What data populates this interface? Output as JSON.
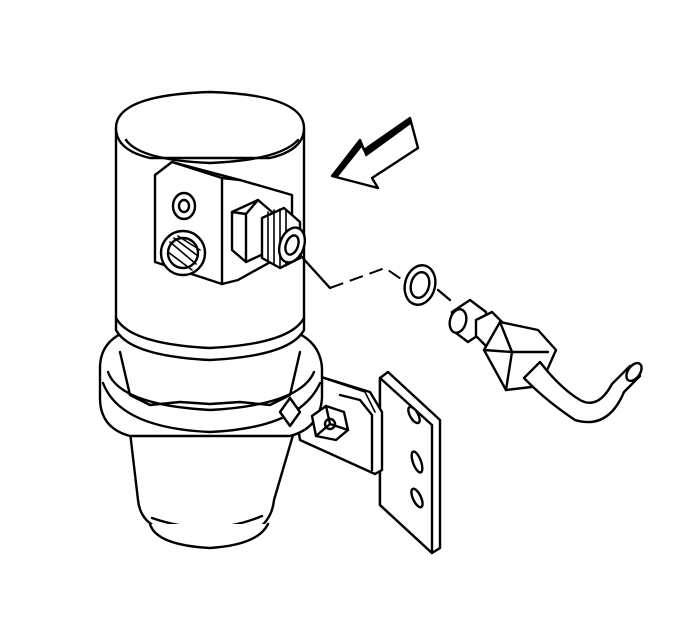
{
  "diagram": {
    "kind": "exploded-assembly-illustration",
    "line_color": "#000000",
    "background": "#ffffff",
    "parts": [
      "receiver-drier",
      "hex-fitting-block",
      "threaded-outlet-port",
      "o-ring-seal",
      "refrigerant-line",
      "line-nut",
      "mounting-bracket",
      "bracket-bolt",
      "direction-arrow"
    ]
  }
}
